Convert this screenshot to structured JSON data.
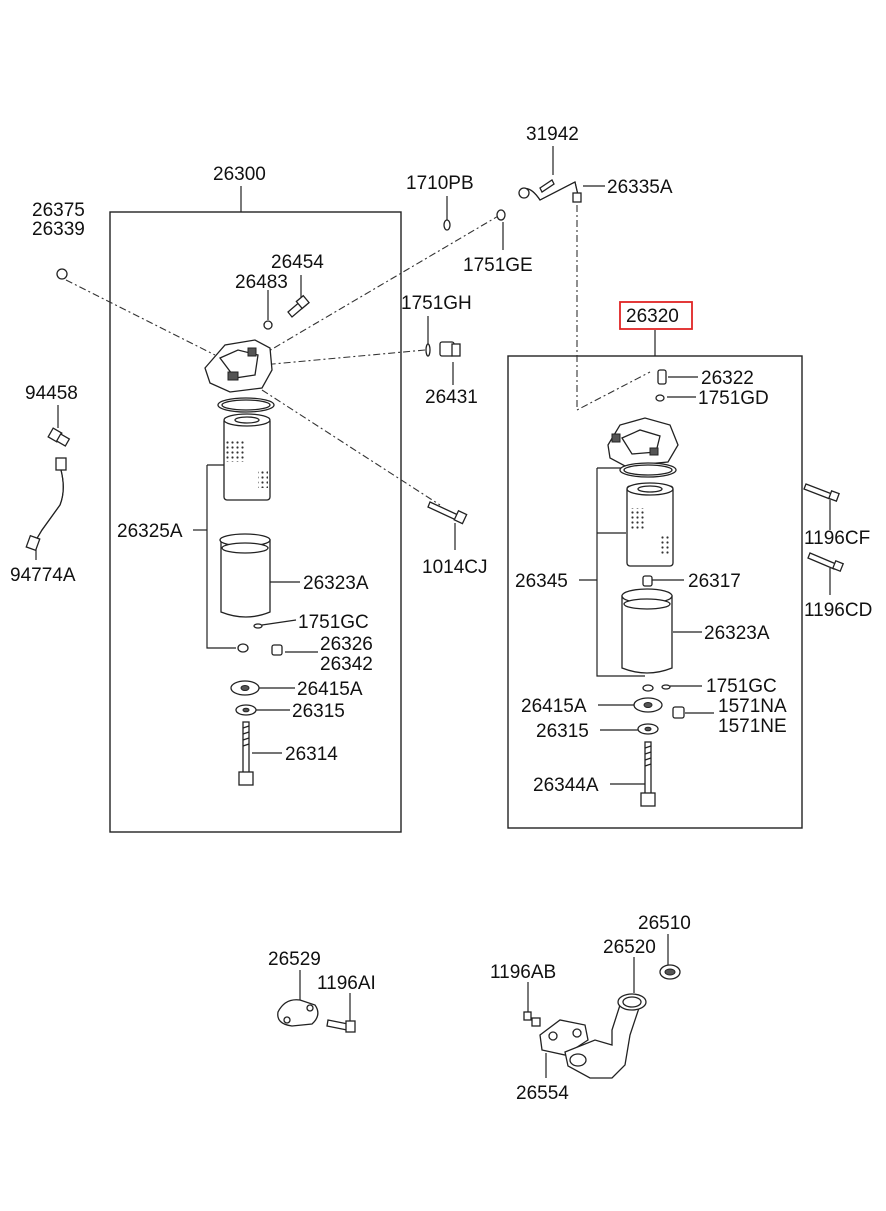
{
  "diagram": {
    "labels": {
      "p26300": "26300",
      "p26375": "26375",
      "p26339": "26339",
      "p26454": "26454",
      "p26483": "26483",
      "p1710PB": "1710PB",
      "p1751GE": "1751GE",
      "p31942": "31942",
      "p26335A": "26335A",
      "p1751GH": "1751GH",
      "p26431": "26431",
      "p26320": "26320",
      "p26322": "26322",
      "p1751GD": "1751GD",
      "p94458": "94458",
      "p94774A": "94774A",
      "p26325A": "26325A",
      "p26323A_left": "26323A",
      "p1751GC_left": "1751GC",
      "p26326": "26326",
      "p26342": "26342",
      "p26415A_left": "26415A",
      "p26315_left": "26315",
      "p26314": "26314",
      "p1014CJ": "1014CJ",
      "p1196CF": "1196CF",
      "p1196CD": "1196CD",
      "p26345": "26345",
      "p26317": "26317",
      "p26323A_right": "26323A",
      "p1751GC_right": "1751GC",
      "p26415A_right": "26415A",
      "p1571NA": "1571NA",
      "p1571NE": "1571NE",
      "p26315_right": "26315",
      "p26344A": "26344A",
      "p26529": "26529",
      "p1196AI": "1196AI",
      "p26510": "26510",
      "p26520": "26520",
      "p1196AB": "1196AB",
      "p26554": "26554"
    },
    "highlight_color": "#e02424",
    "highlighted_part": "26320"
  }
}
